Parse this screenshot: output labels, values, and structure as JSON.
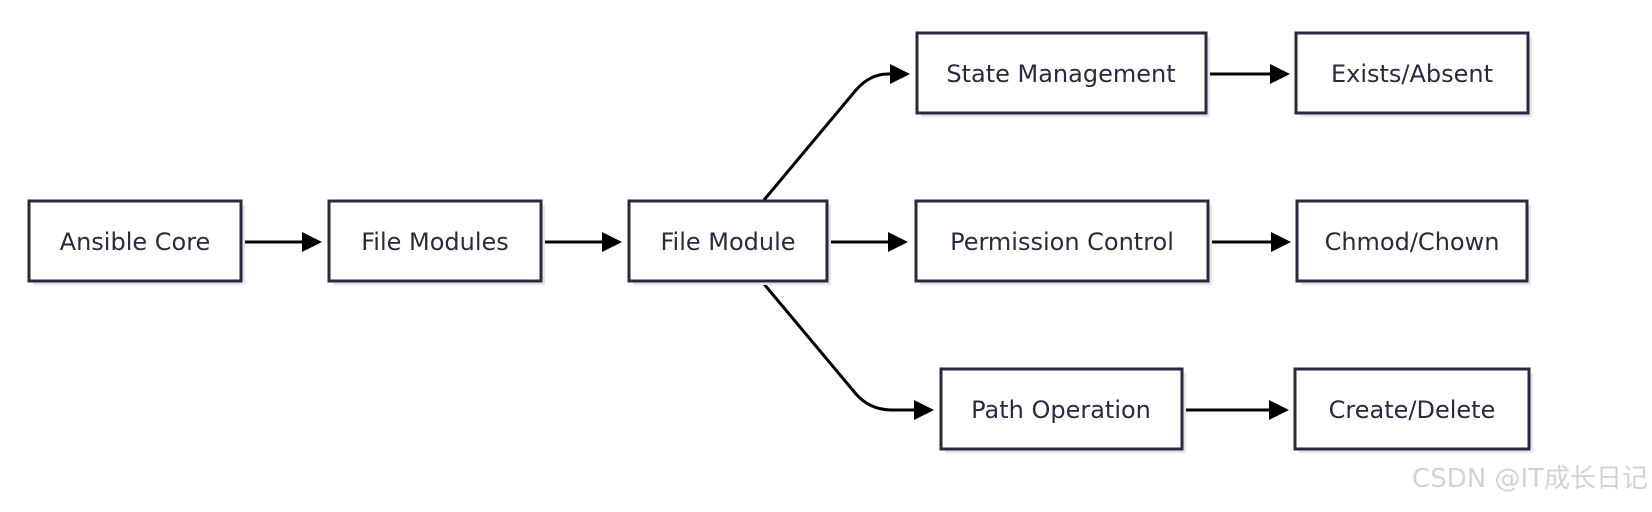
{
  "diagram": {
    "nodes": [
      {
        "id": "ansible_core",
        "label": "Ansible Core"
      },
      {
        "id": "file_modules",
        "label": "File Modules"
      },
      {
        "id": "file_module",
        "label": "File Module"
      },
      {
        "id": "state_management",
        "label": "State Management"
      },
      {
        "id": "permission_control",
        "label": "Permission Control"
      },
      {
        "id": "path_operation",
        "label": "Path Operation"
      },
      {
        "id": "exists_absent",
        "label": "Exists/Absent"
      },
      {
        "id": "chmod_chown",
        "label": "Chmod/Chown"
      },
      {
        "id": "create_delete",
        "label": "Create/Delete"
      }
    ],
    "edges": [
      {
        "from": "ansible_core",
        "to": "file_modules"
      },
      {
        "from": "file_modules",
        "to": "file_module"
      },
      {
        "from": "file_module",
        "to": "state_management"
      },
      {
        "from": "file_module",
        "to": "permission_control"
      },
      {
        "from": "file_module",
        "to": "path_operation"
      },
      {
        "from": "state_management",
        "to": "exists_absent"
      },
      {
        "from": "permission_control",
        "to": "chmod_chown"
      },
      {
        "from": "path_operation",
        "to": "create_delete"
      }
    ]
  },
  "watermark": "CSDN @IT成长日记"
}
